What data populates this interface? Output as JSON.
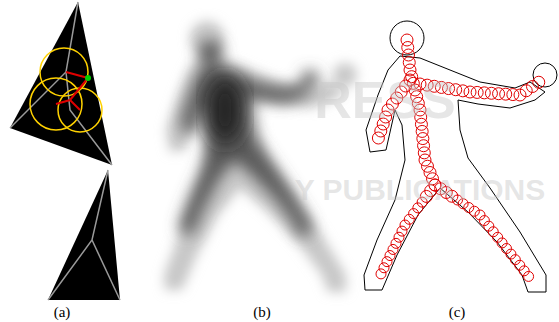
{
  "diagram": {
    "labels": [
      "(a)",
      "(b)",
      "(c)",
      "RESS",
      "Y PUBLICATIONS"
    ]
  }
}
